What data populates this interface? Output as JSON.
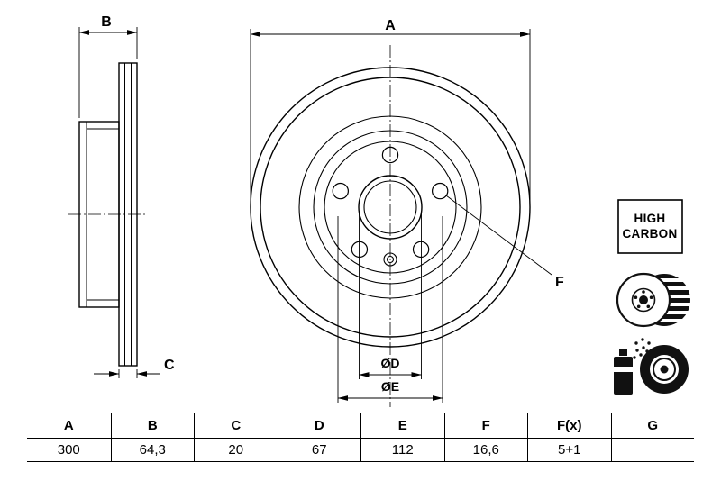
{
  "drawing": {
    "labels": {
      "A": "A",
      "B": "B",
      "C": "C",
      "D": "ØD",
      "E": "ØE",
      "F": "F"
    },
    "badge": {
      "line1": "HIGH",
      "line2": "CARBON"
    },
    "icons": [
      {
        "name": "high-carbon-badge"
      },
      {
        "name": "vented-disc-icon"
      },
      {
        "name": "spray-coating-icon"
      }
    ]
  },
  "table": {
    "headers": [
      "A",
      "B",
      "C",
      "D",
      "E",
      "F",
      "F(x)",
      "G"
    ],
    "values": [
      "300",
      "64,3",
      "20",
      "67",
      "112",
      "16,6",
      "5+1",
      ""
    ]
  },
  "colors": {
    "line": "#000000",
    "background": "#ffffff"
  }
}
